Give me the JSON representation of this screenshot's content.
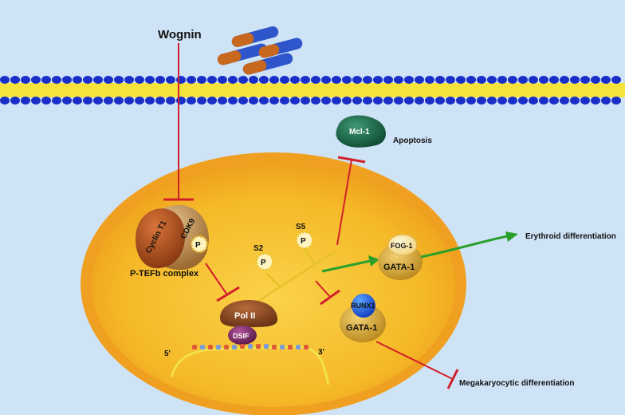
{
  "labels": {
    "drug": "Wognin",
    "mcl1": "Mcl-1",
    "apoptosis": "Apoptosis",
    "cyclin": "Cyclin T1",
    "cdk9": "CDK9",
    "p": "P",
    "ptefb": "P-TEFb complex",
    "s2": "S2",
    "s5": "S5",
    "pol": "Pol II",
    "dsif": "DSIF",
    "five": "5'",
    "three": "3'",
    "fog1": "FOG-1",
    "gata1a": "GATA-1",
    "runx1": "RUNX1",
    "gata1b": "GATA-1",
    "erythroid": "Erythroid differentiation",
    "mega": "Megakaryocytic differentiation"
  },
  "colors": {
    "background": "#cfe3f7",
    "cell_outer": "#f0a020",
    "cell_inner": "#f7c43a",
    "membrane_bead": "#1a2fc8",
    "membrane_core": "#f5e23a",
    "inhibition": "#d0202a",
    "activation": "#2aa02a",
    "pol_tail": "#e6c22a",
    "mcl1": "#1e6b4e",
    "gata1": "#c89a2a",
    "runx1": "#1f5fe0",
    "pol2": "#8a4a28",
    "dsif": "#7a2a6a",
    "cyclin": "#b0521e",
    "cdk9": "#c89a55"
  }
}
